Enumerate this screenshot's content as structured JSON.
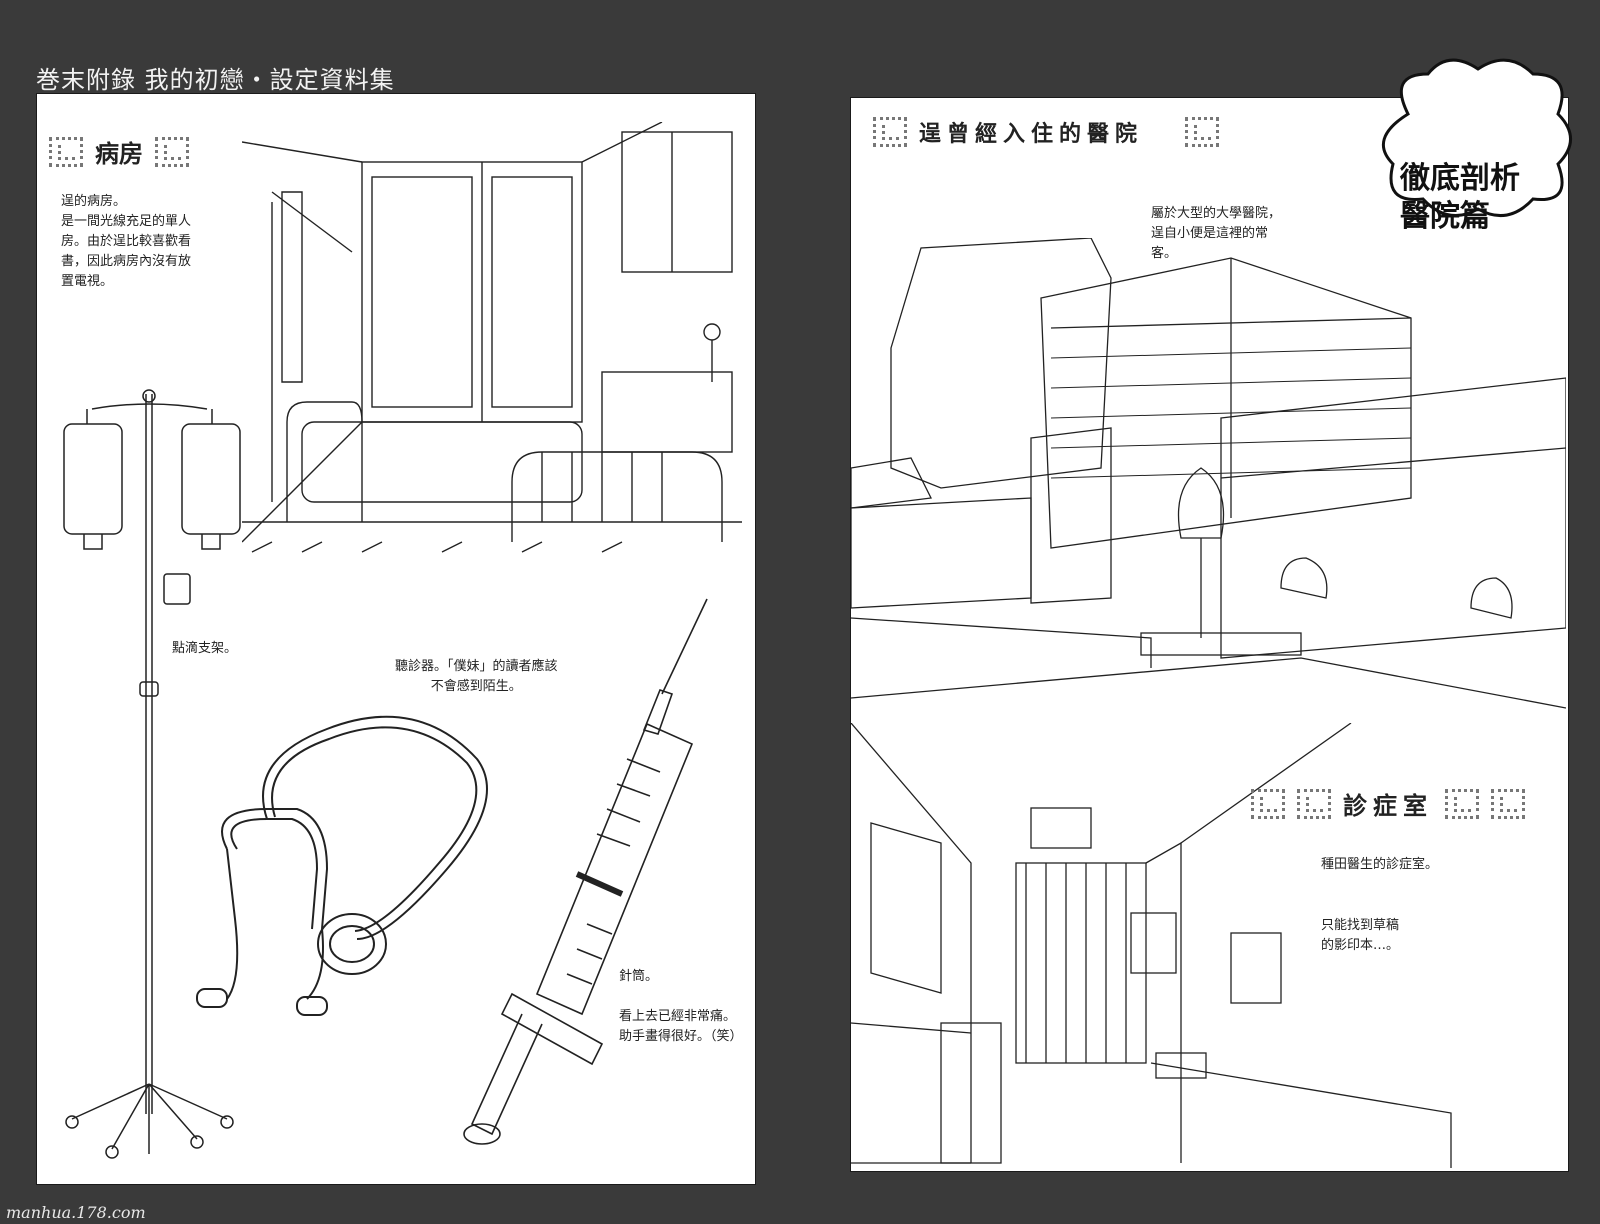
{
  "header": {
    "title": "巻末附錄 我的初戀・設定資料集"
  },
  "left_page": {
    "ward": {
      "heading": "病房",
      "caption": "逞的病房。\n是一間光線充足的單人\n房。由於逞比較喜歡看\n書，因此病房內沒有放\n置電視。"
    },
    "iv_stand_caption": "點滴支架。",
    "stethoscope_caption": "聽診器。「僕妹」的讀者應該\n不會感到陌生。",
    "syringe_caption": "針筒。\n\n看上去已經非常痛。\n助手畫得很好。（笑）"
  },
  "right_page": {
    "hospital": {
      "heading": "逞曾經入住的醫院",
      "caption": "屬於大型的大學醫院，\n逞自小便是這裡的常\n客。"
    },
    "cloud_title": "徹底剖析\n醫院篇",
    "exam_room": {
      "heading": "診症室",
      "caption1": "種田醫生的診症室。",
      "caption2": "只能找到草稿\n的影印本…。"
    }
  },
  "watermark": "manhua.178.com"
}
